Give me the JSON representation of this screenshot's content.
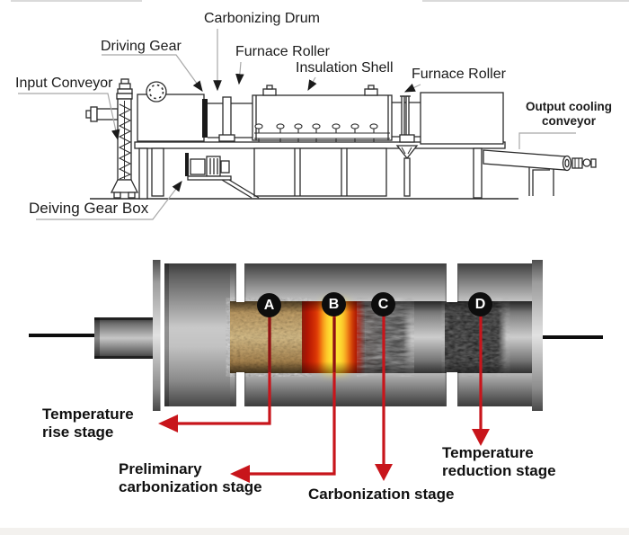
{
  "top_diagram": {
    "labels": {
      "carbonizing_drum": "Carbonizing Drum",
      "driving_gear": "Driving Gear",
      "furnace_roller_1": "Furnace Roller",
      "insulation_shell": "Insulation Shell",
      "furnace_roller_2": "Furnace Roller",
      "input_conveyor": "Input Conveyor",
      "output_cooling_conveyor": "Output cooling\nconveyor",
      "driving_gear_box": "Deiving Gear Box"
    }
  },
  "bottom_diagram": {
    "markers": {
      "a": "A",
      "b": "B",
      "c": "C",
      "d": "D"
    },
    "stage_labels": {
      "temperature_rise": "Temperature\nrise stage",
      "preliminary_carbonization": "Preliminary\ncarbonization stage",
      "carbonization": "Carbonization stage",
      "temperature_reduction": "Temperature\nreduction stage"
    },
    "colors": {
      "arrow_red": "#c8151b",
      "marker_black": "#0d0d0d",
      "drum_metal_light": "#c9c9c9",
      "drum_metal_dark": "#3f3f3f",
      "biomass_tan": "#c7a36a",
      "fire_yellow": "#ffd908",
      "fire_red": "#c41f05",
      "char_dark": "#2e2e2e",
      "charcoal_black": "#101010"
    }
  }
}
